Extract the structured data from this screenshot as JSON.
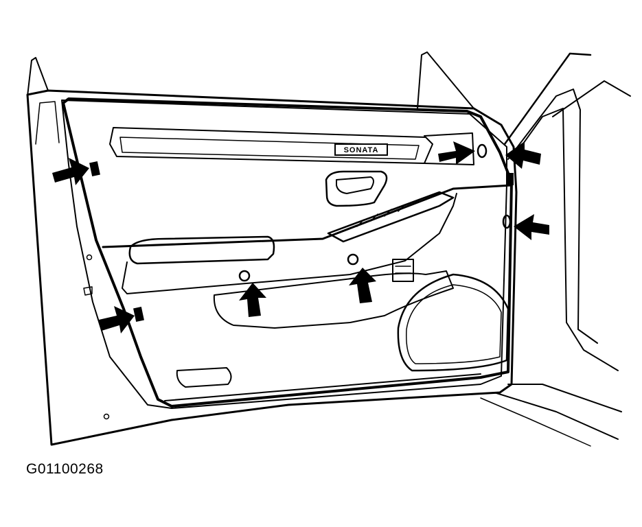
{
  "figure": {
    "id_label": "G01100268",
    "panel_badge": "SONATA"
  },
  "colors": {
    "ink": "#000000",
    "paper": "#ffffff"
  },
  "fastener_arrows": [
    {
      "name": "arrow-upper-left-clip",
      "direction": "right"
    },
    {
      "name": "arrow-lower-left-clip",
      "direction": "right"
    },
    {
      "name": "arrow-armrest-screw",
      "direction": "up"
    },
    {
      "name": "arrow-pull-handle-screw",
      "direction": "up"
    },
    {
      "name": "arrow-upper-right-screw",
      "direction": "right"
    },
    {
      "name": "arrow-corner-clip",
      "direction": "left"
    },
    {
      "name": "arrow-right-edge-clip",
      "direction": "left"
    }
  ]
}
